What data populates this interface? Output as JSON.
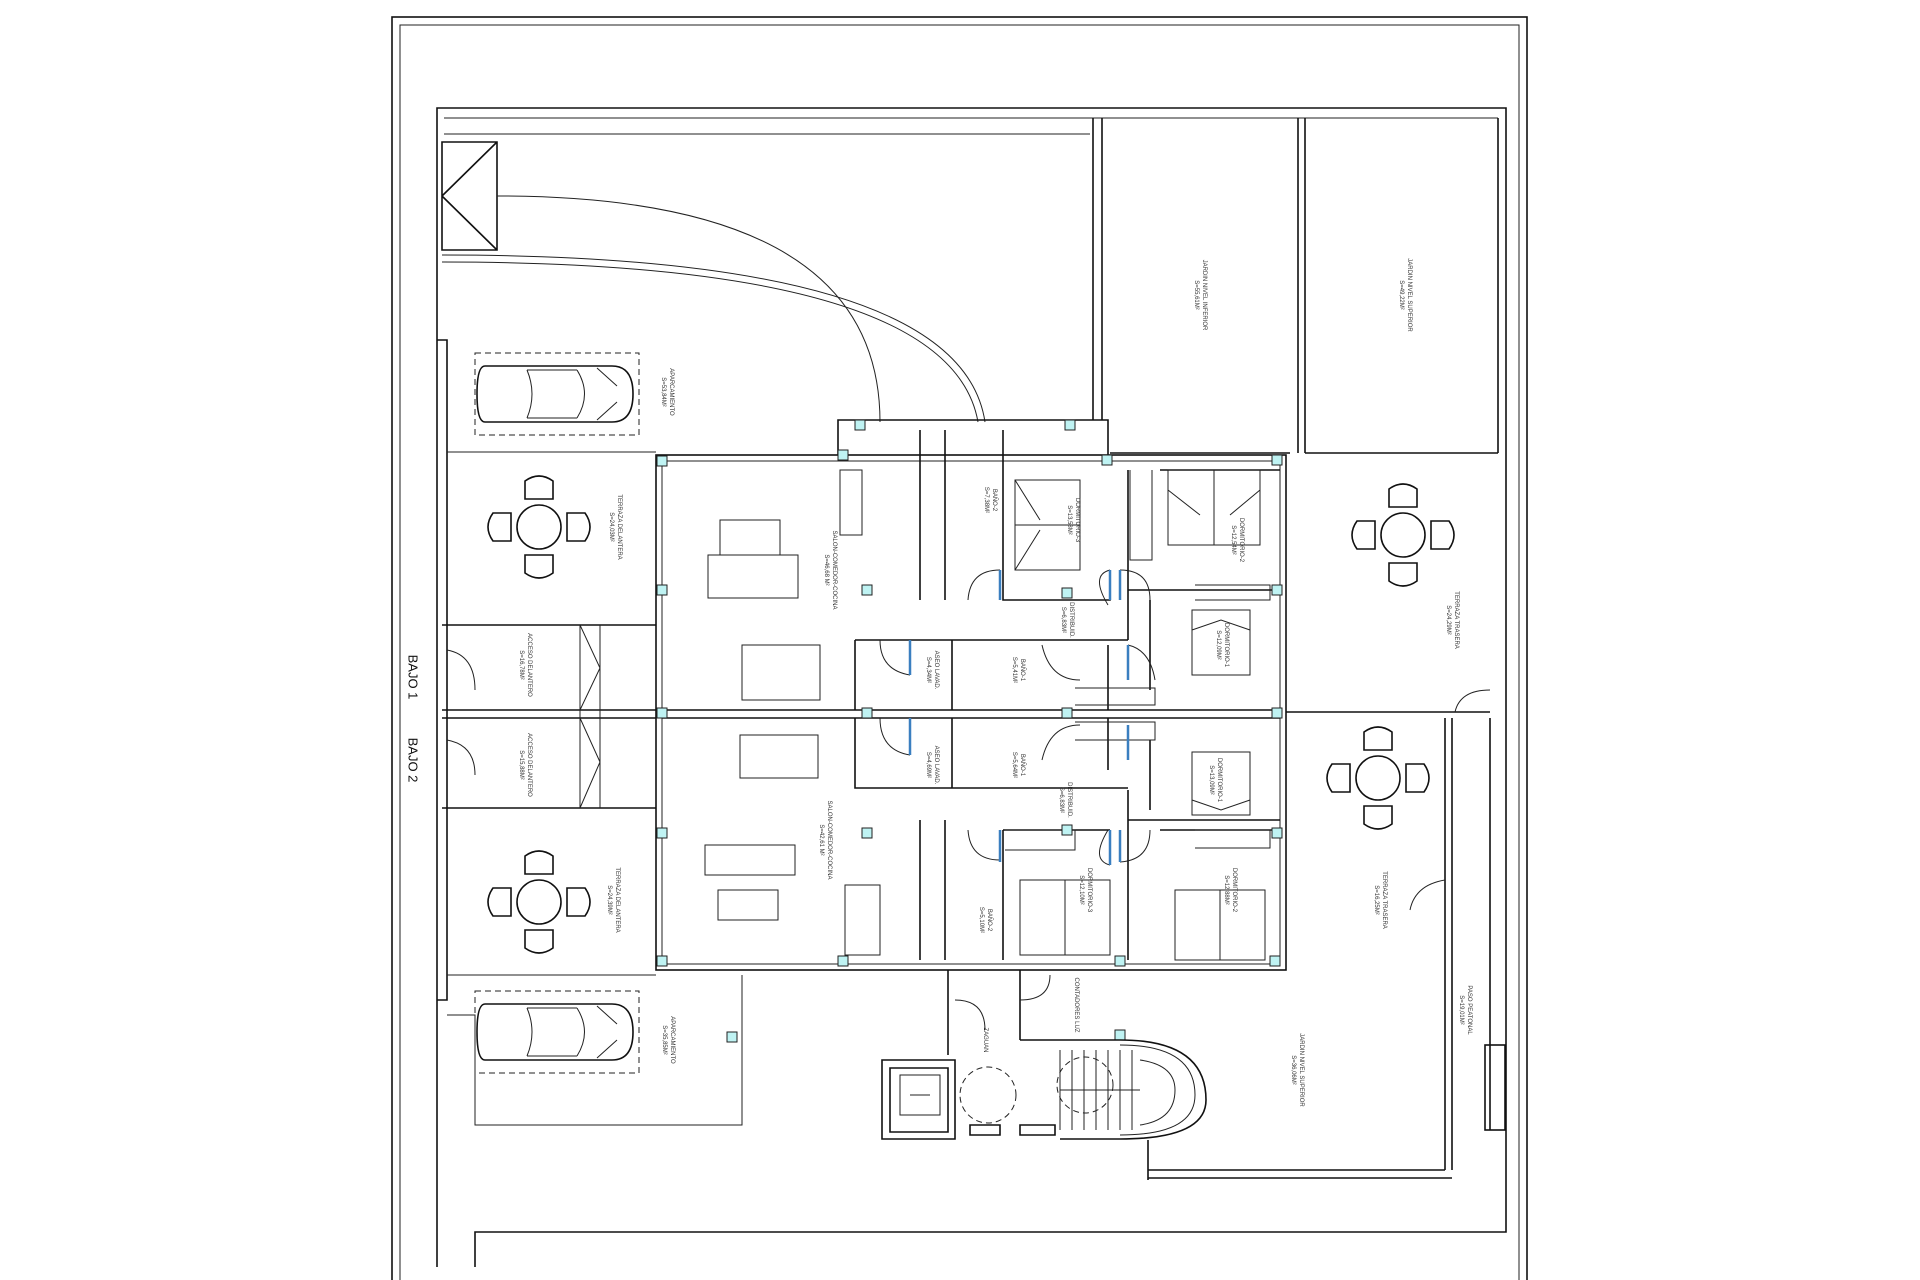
{
  "plan": {
    "units": [
      {
        "label": "BAJO 1"
      },
      {
        "label": "BAJO 2"
      }
    ],
    "rooms": [
      {
        "name": "APARCAMIENTO",
        "area": "S=53,84M²"
      },
      {
        "name": "TERRAZA DELANTERA",
        "area": "S=24,03M²"
      },
      {
        "name": "SALON-COMEDOR-COCINA",
        "area": "S=46,68 M²"
      },
      {
        "name": "BAÑO-2",
        "area": "S=7,38M²"
      },
      {
        "name": "DORMITORIO-3",
        "area": "S=13,58M²"
      },
      {
        "name": "DORMITORIO-2",
        "area": "S=12,54M²"
      },
      {
        "name": "DISTRIBUID.",
        "area": "S=6,83M²"
      },
      {
        "name": "ASEO LAVAD.",
        "area": "S=4,34M²"
      },
      {
        "name": "BAÑO-1",
        "area": "S=5,41M²"
      },
      {
        "name": "DORMITORIO-1",
        "area": "S=12,09M²"
      },
      {
        "name": "ACCESO DELANTERO",
        "area": "S=16,78M²"
      },
      {
        "name": "ACCESO DELANTERO",
        "area": "S=15,88M²"
      },
      {
        "name": "JARDIN NIVEL INFERIOR",
        "area": "S=55,61M²"
      },
      {
        "name": "JARDIN NIVEL SUPERIOR",
        "area": "S=49,22M²"
      },
      {
        "name": "TERRAZA TRASERA",
        "area": "S=24,29M²"
      },
      {
        "name": "ASEO LAVAD.",
        "area": "S=4,69M²"
      },
      {
        "name": "BAÑO-1",
        "area": "S=5,64M²"
      },
      {
        "name": "DISTRIBUID.",
        "area": "S=6,83M²"
      },
      {
        "name": "DORMITORIO-1",
        "area": "S=13,09M²"
      },
      {
        "name": "SALON-COMEDOR-COCINA",
        "area": "S=42,61 M²"
      },
      {
        "name": "BAÑO-2",
        "area": "S=5,10M²"
      },
      {
        "name": "DORMITORIO-3",
        "area": "S=12,10M²"
      },
      {
        "name": "DORMITORIO-2",
        "area": "S=12,88M²"
      },
      {
        "name": "TERRAZA DELANTERA",
        "area": "S=24,39M²"
      },
      {
        "name": "APARCAMIENTO",
        "area": "S=35,85M²"
      },
      {
        "name": "TERRAZA TRASERA",
        "area": "S=16,25M²"
      },
      {
        "name": "PASO PEATONAL",
        "area": "S=19,01M²"
      },
      {
        "name": "JARDIN NIVEL SUPERIOR",
        "area": "S=36,06M²"
      },
      {
        "name": "ZAGUAN",
        "area": ""
      },
      {
        "name": "CONTADORES LUZ",
        "area": ""
      }
    ],
    "colors": {
      "lines": "#111111",
      "columns": "#bff3f3",
      "door_leaf": "#3a7fc0"
    }
  }
}
